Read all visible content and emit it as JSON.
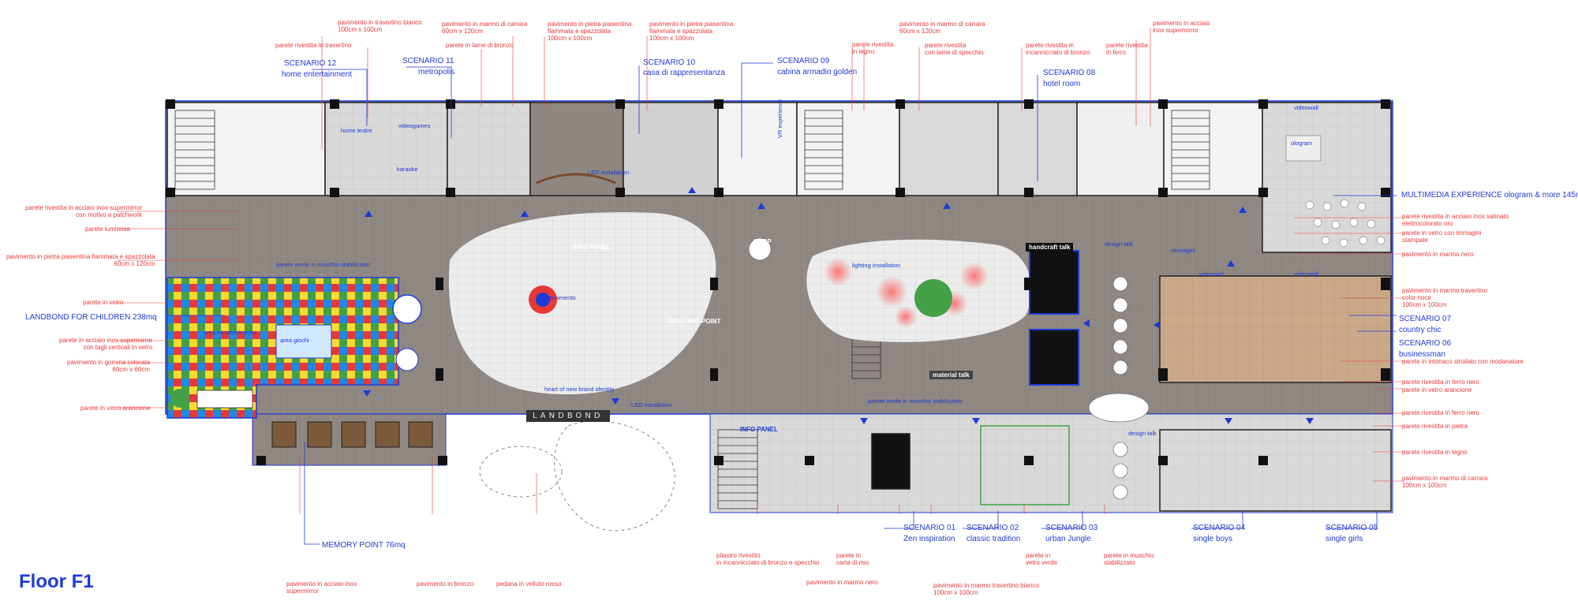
{
  "floor_title": "Floor F1",
  "brand": "LANDBOND",
  "colors": {
    "outline": "#1e3ad6",
    "annotation": "#e53935",
    "floor": "#8e8681",
    "tile": "#ececec",
    "wall": "#111111"
  },
  "scenarios": [
    {
      "title": "SCENARIO 12",
      "subtitle": "home entertainment"
    },
    {
      "title": "SCENARIO 11",
      "subtitle": "metropolis"
    },
    {
      "title": "SCENARIO 10",
      "subtitle": "casa di rappresentanza"
    },
    {
      "title": "SCENARIO 09",
      "subtitle": "cabina armadio golden"
    },
    {
      "title": "SCENARIO 08",
      "subtitle": "hotel room"
    },
    {
      "title": "SCENARIO 07",
      "subtitle": "country chic"
    },
    {
      "title": "SCENARIO 06",
      "subtitle": "businessman"
    },
    {
      "title": "SCENARIO 05",
      "subtitle": "single girls"
    },
    {
      "title": "SCENARIO 04",
      "subtitle": "single boys"
    },
    {
      "title": "SCENARIO 03",
      "subtitle": "urban Jungle"
    },
    {
      "title": "SCENARIO 02",
      "subtitle": "classic tradition"
    },
    {
      "title": "SCENARIO 01",
      "subtitle": "Zen inspiration"
    }
  ],
  "zones": {
    "multimedia": "MULTIMEDIA EXPERIENCE ologram & more 145mq",
    "children": "LANDBOND FOR CHILDREN 238mq",
    "memory": "MEMORY POINT 76mq"
  },
  "room_labels": {
    "home_teatre": "home teatre",
    "videogames": "videogames",
    "karaoke": "karaoke",
    "led": "LED installation",
    "vr": "VR experience",
    "ologram": "ologram",
    "info_panel": "INFO PANEL",
    "info_pay": "INFO / PAY POINT",
    "shop": "SHOP",
    "lighting": "lighting installation",
    "handcraft": "handcraft talk",
    "design_talk": "design talk",
    "material_talk": "material talk",
    "heart": "heart of new brand identity",
    "entertainment": "intrattenimento",
    "verde_top": "parete verde in muschio stabilizzato",
    "verde_bottom": "parete verde in muschio stabilizzato",
    "led2": "LED installation",
    "info_panel2": "INFO PANEL",
    "immagini": "immagini",
    "videowall": "videowall",
    "videowall2": "videowall",
    "videowall3": "videowall",
    "kids1": "area intrattenimento",
    "kids2": "area giochi",
    "talk2": "design talk"
  },
  "annotations": {
    "a01": "pavimento in travertino bianco\n100cm x 100cm",
    "a02": "parete rivestita in travertino",
    "a03": "pavimento in marmo di carrara\n60cm x 120cm",
    "a04": "parete in lame di bronzo",
    "a05": "pavimento in pietra piasentina\nfiammata e spazzolata\n100cm x 100cm",
    "a06": "pavimento in pietra piasentina\nfiammata e spazzolata\n100cm x 100cm",
    "a07": "parete rivestita\nin legno",
    "a08": "pavimento in marmo di carrara\n60cm x 120cm",
    "a09": "parete rivestita\ncon lame di specchio",
    "a10": "parete rivestita in\nincannicciato di bronzo",
    "a11": "parete rivestita\nin ferro",
    "a12": "pavimento in acciaio\ninox supermirror",
    "l01": "parete rivestita in acciaio inox supermirror\ncon motivo a patchwork",
    "l02": "parete luminosa",
    "l03": "pavimento in pietra piasentina fiammata e spazzolata\n60cm x 120cm",
    "l04": "parete in vetro",
    "l05": "parete in acciaio inox supermirror\ncon tagli verticali in vetro",
    "l06": "pavimento in gomma colorata\n60cm x 60cm",
    "l07": "parete in vetro arancione",
    "r01": "parete rivestita in acciaio inox satinato\nelettrocolorato oro",
    "r02": "parete in vetro con immagini\nstampate",
    "r03": "pavimento in marmo nero",
    "r04": "pavimento in marmo travertino\ncolor noce\n100cm x 100cm",
    "r05": "parete in intonaco stroilato con modanature",
    "r06": "parete rivestita in ferro nero",
    "r07": "parete in vetro arancione",
    "r08": "parete rivestita in ferro nero",
    "r09": "parete rivestita in pietra",
    "r10": "parete rivestita in legno",
    "r11": "pavimento in marmo di carrara\n100cm x 100cm",
    "b01": "pavimento in acciaio inox\nsupermirror",
    "b02": "pavimento in bronzo",
    "b03": "pedana in velluto rosso",
    "b04": "pilastro rivestito\nin incannicciato di bronzo e specchio",
    "b05": "parete in\ncarta di riso",
    "b06": "pavimento in marmo nero",
    "b07": "pavimento in marmo travertino bianco\n100cm x 100cm",
    "b08": "parete in\nvetro verde",
    "b09": "parete in muschio\nstabilizzato"
  }
}
